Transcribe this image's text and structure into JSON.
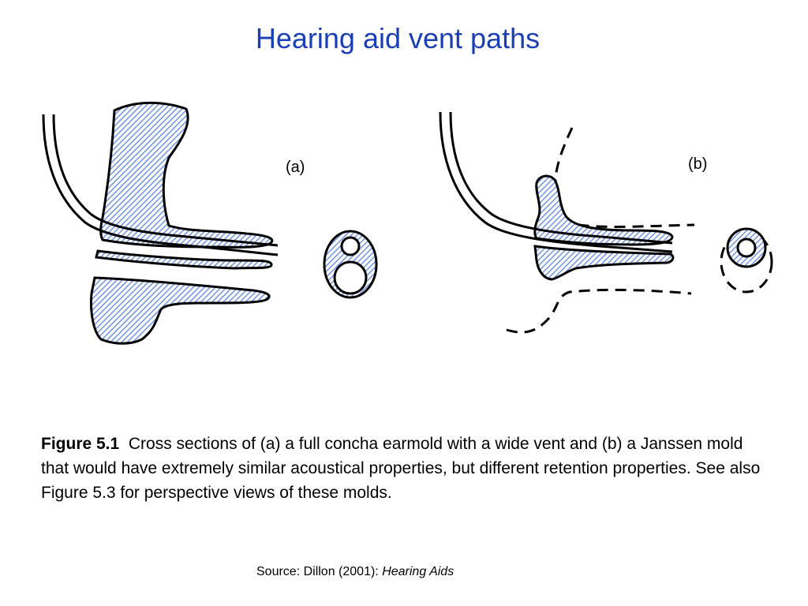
{
  "slide": {
    "title": "Hearing aid vent paths"
  },
  "diagram": {
    "panel_a_label": "(a)",
    "panel_b_label": "(b)",
    "fill_color": "#5b86e0",
    "outline_color": "#000000"
  },
  "caption": {
    "figure_label": "Figure 5.1",
    "text": "Cross sections of (a) a full concha earmold with a wide vent and (b) a Janssen mold that would have extremely similar acoustical properties, but different retention properties.  See also Figure 5.3 for perspective views of these molds."
  },
  "source": {
    "prefix": "Source:  Dillon (2001): ",
    "book_title": "Hearing Aids"
  }
}
